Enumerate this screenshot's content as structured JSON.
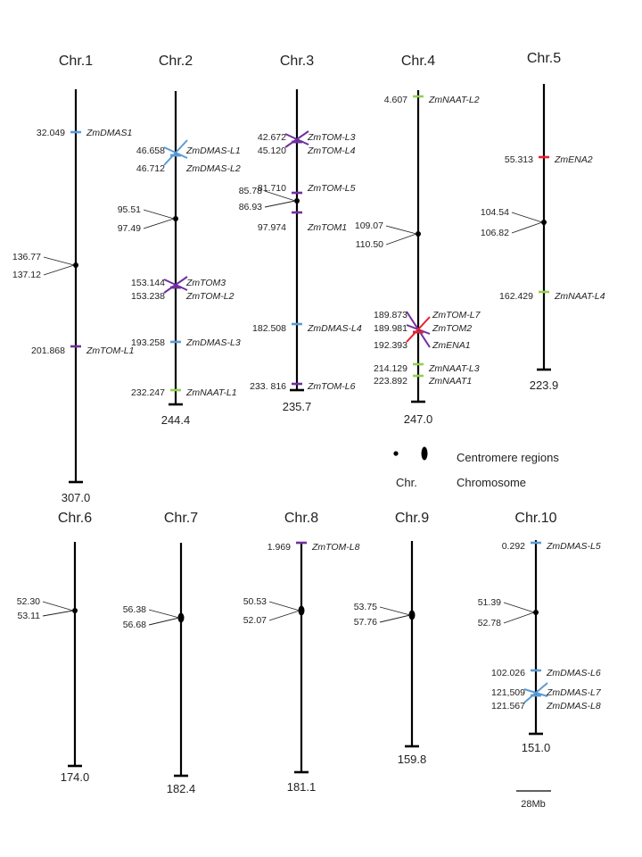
{
  "chromosomes": [
    {
      "name": "Chr.1",
      "length": 307.0,
      "length_label": "307.0",
      "centromere": {
        "labels": [
          "136.77",
          "137.12"
        ]
      },
      "genes": [
        {
          "pos_label": "32.049",
          "gene": "ZmDMAS1",
          "family": "DMAS"
        },
        {
          "pos_label": "201.868",
          "gene": "ZmTOM-L1",
          "family": "TOM"
        }
      ]
    },
    {
      "name": "Chr.2",
      "length": 244.4,
      "length_label": "244.4",
      "centromere": {
        "labels": [
          "95.51",
          "97.49"
        ]
      },
      "genes": [
        {
          "pos_label": "46.658",
          "gene": "ZmDMAS-L1",
          "family": "DMAS"
        },
        {
          "pos_label": "46.712",
          "gene": "ZmDMAS-L2",
          "family": "DMAS"
        },
        {
          "pos_label": "153.144",
          "gene": "ZmTOM3",
          "family": "TOM"
        },
        {
          "pos_label": "153.238",
          "gene": "ZmTOM-L2",
          "family": "TOM"
        },
        {
          "pos_label": "193.258",
          "gene": "ZmDMAS-L3",
          "family": "DMAS"
        },
        {
          "pos_label": "232.247",
          "gene": "ZmNAAT-L1",
          "family": "NAAT"
        }
      ]
    },
    {
      "name": "Chr.3",
      "length": 235.7,
      "length_label": "235.7",
      "centromere": {
        "labels": [
          "85.78",
          "86.93"
        ]
      },
      "genes": [
        {
          "pos_label": "42.672",
          "gene": "ZmTOM-L3",
          "family": "TOM"
        },
        {
          "pos_label": "45.120",
          "gene": "ZmTOM-L4",
          "family": "TOM"
        },
        {
          "pos_label": "81.710",
          "gene": "ZmTOM-L5",
          "family": "TOM"
        },
        {
          "pos_label": "97.974",
          "gene": "ZmTOM1",
          "family": "TOM"
        },
        {
          "pos_label": "182.508",
          "gene": "ZmDMAS-L4",
          "family": "DMAS"
        },
        {
          "pos_label": "233. 816",
          "gene": "ZmTOM-L6",
          "family": "TOM"
        }
      ]
    },
    {
      "name": "Chr.4",
      "length": 247.0,
      "length_label": "247.0",
      "centromere": {
        "labels": [
          "109.07",
          "110.50"
        ]
      },
      "genes": [
        {
          "pos_label": "4.607",
          "gene": "ZmNAAT-L2",
          "family": "NAAT"
        },
        {
          "pos_label": "189.873",
          "gene": "ZmTOM-L7",
          "family": "TOM"
        },
        {
          "pos_label": "189.981",
          "gene": "ZmTOM2",
          "family": "TOM"
        },
        {
          "pos_label": "192.393",
          "gene": "ZmENA1",
          "family": "ENA"
        },
        {
          "pos_label": "214.129",
          "gene": "ZmNAAT-L3",
          "family": "NAAT"
        },
        {
          "pos_label": "223.892",
          "gene": "ZmNAAT1",
          "family": "NAAT"
        }
      ]
    },
    {
      "name": "Chr.5",
      "length": 223.9,
      "length_label": "223.9",
      "centromere": {
        "labels": [
          "104.54",
          "106.82"
        ]
      },
      "genes": [
        {
          "pos_label": "55.313",
          "gene": "ZmENA2",
          "family": "ENA"
        },
        {
          "pos_label": "162.429",
          "gene": "ZmNAAT-L4",
          "family": "NAAT"
        }
      ]
    },
    {
      "name": "Chr.6",
      "length": 174.0,
      "length_label": "174.0",
      "centromere": {
        "labels": [
          "52.30",
          "53.11"
        ]
      },
      "genes": []
    },
    {
      "name": "Chr.7",
      "length": 182.4,
      "length_label": "182.4",
      "centromere": {
        "labels": [
          "56.38",
          "56.68"
        ]
      },
      "genes": []
    },
    {
      "name": "Chr.8",
      "length": 181.1,
      "length_label": "181.1",
      "centromere": {
        "labels": [
          "50.53",
          "52.07"
        ]
      },
      "genes": [
        {
          "pos_label": "1.969",
          "gene": "ZmTOM-L8",
          "family": "TOM"
        }
      ]
    },
    {
      "name": "Chr.9",
      "length": 159.8,
      "length_label": "159.8",
      "centromere": {
        "labels": [
          "53.75",
          "57.76"
        ]
      },
      "genes": []
    },
    {
      "name": "Chr.10",
      "length": 151.0,
      "length_label": "151.0",
      "centromere": {
        "labels": [
          "51.39",
          "52.78"
        ]
      },
      "genes": [
        {
          "pos_label": "0.292",
          "gene": "ZmDMAS-L5",
          "family": "DMAS"
        },
        {
          "pos_label": "102.026",
          "gene": "ZmDMAS-L6",
          "family": "DMAS"
        },
        {
          "pos_label": "121,509",
          "gene": "ZmDMAS-L7",
          "family": "DMAS"
        },
        {
          "pos_label": "121.567",
          "gene": "ZmDMAS-L8",
          "family": "DMAS"
        }
      ]
    }
  ],
  "family_colors": {
    "DMAS": "#5b9bd5",
    "TOM": "#7030a0",
    "NAAT": "#92d050",
    "ENA": "#e8202a"
  },
  "legend": {
    "centromere_label": "Centromere regions",
    "chr_abbrev": "Chr.",
    "chr_label": "Chromosome"
  },
  "scale_bar": {
    "label": "28Mb"
  }
}
